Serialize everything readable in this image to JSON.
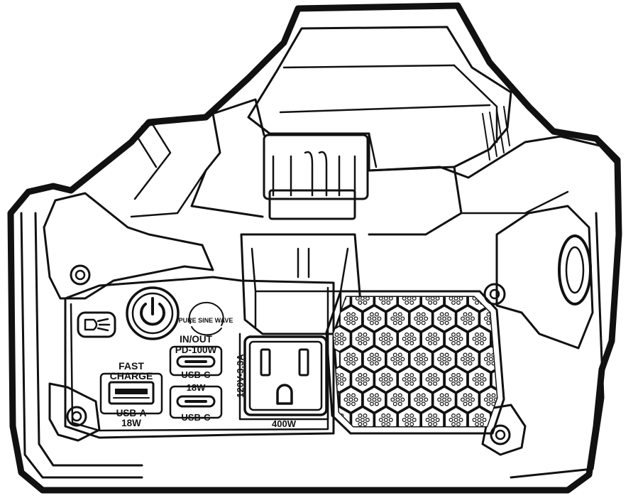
{
  "labels": {
    "pure_sine_wave": "PURE SINE WAVE",
    "in_out": "IN/OUT",
    "pd_100w": "PD-100W",
    "usb_c_top": "USB-C",
    "usb_c_18w_rating": "18W",
    "usb_c_bottom": "USB-C",
    "fast": "FAST",
    "charge": "CHARGE",
    "usb_a": "USB-A",
    "usb_a_rating": "18W",
    "outlet_voltage": "120V-3.3A",
    "outlet_power": "400W"
  },
  "colors": {
    "line": "#111111",
    "fill": "#ffffff"
  },
  "icons": {
    "power": "power-icon",
    "light": "work-light-icon",
    "fan_grille": "hexagon-vent-icon"
  }
}
